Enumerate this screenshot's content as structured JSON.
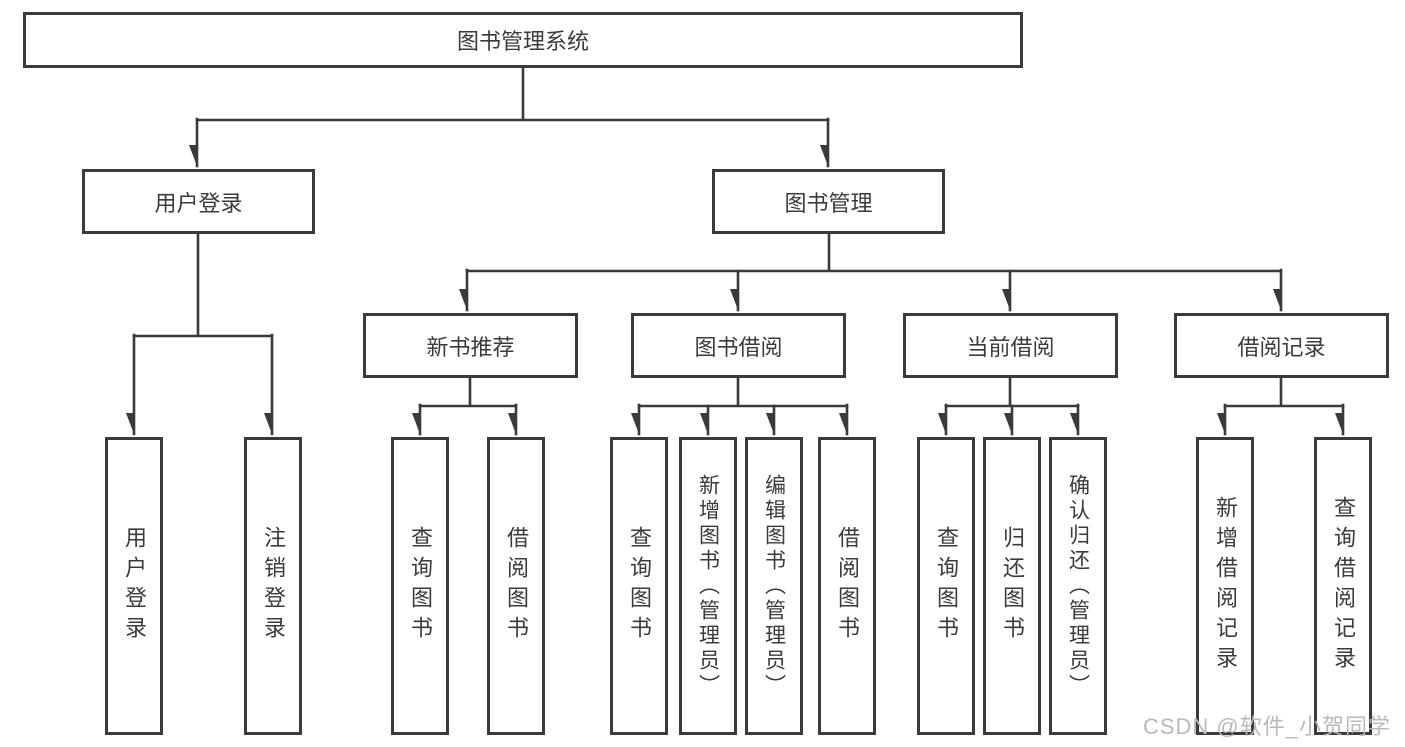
{
  "colors": {
    "line": "#3a3a3a",
    "box_border": "#3a3a3a",
    "text": "#3b3b3b",
    "watermark_text": "#b9b9b9",
    "background": "#ffffff"
  },
  "tree": {
    "root": {
      "label": "图书管理系统"
    },
    "branches": [
      {
        "label": "用户登录",
        "children": [
          {
            "label": "用户登录"
          },
          {
            "label": "注销登录"
          }
        ]
      },
      {
        "label": "图书管理",
        "children": [
          {
            "label": "新书推荐",
            "children": [
              {
                "label": "查询图书"
              },
              {
                "label": "借阅图书"
              }
            ]
          },
          {
            "label": "图书借阅",
            "children": [
              {
                "label": "查询图书"
              },
              {
                "label": "新增图书（管理员）"
              },
              {
                "label": "编辑图书（管理员）"
              },
              {
                "label": "借阅图书"
              }
            ]
          },
          {
            "label": "当前借阅",
            "children": [
              {
                "label": "查询图书"
              },
              {
                "label": "归还图书"
              },
              {
                "label": "确认归还（管理员）"
              }
            ]
          },
          {
            "label": "借阅记录",
            "children": [
              {
                "label": "新增借阅记录"
              },
              {
                "label": "查询借阅记录"
              }
            ]
          }
        ]
      }
    ]
  },
  "watermark": {
    "text": "CSDN @软件_小贺同学"
  }
}
